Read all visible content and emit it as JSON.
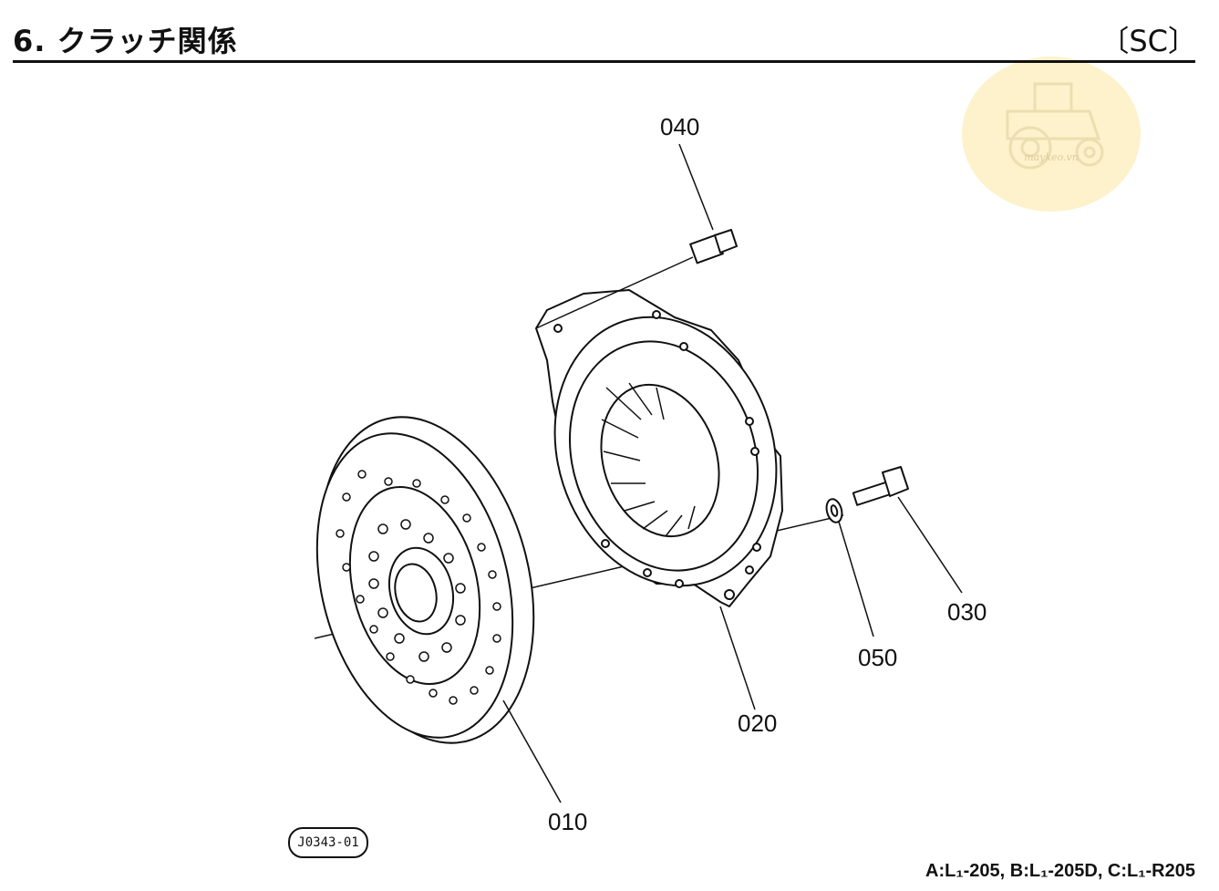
{
  "header": {
    "title": "6. クラッチ関係",
    "code": "〔SC〕"
  },
  "callouts": {
    "p010": "010",
    "p020": "020",
    "p030": "030",
    "p040": "040",
    "p050": "050"
  },
  "reference_badge": "J0343-01",
  "footer": "A:L₁-205, B:L₁-205D, C:L₁-R205",
  "watermark": {
    "text": "maykeo.vn",
    "icon": "tractor-icon",
    "color": "#fdf0c2"
  }
}
